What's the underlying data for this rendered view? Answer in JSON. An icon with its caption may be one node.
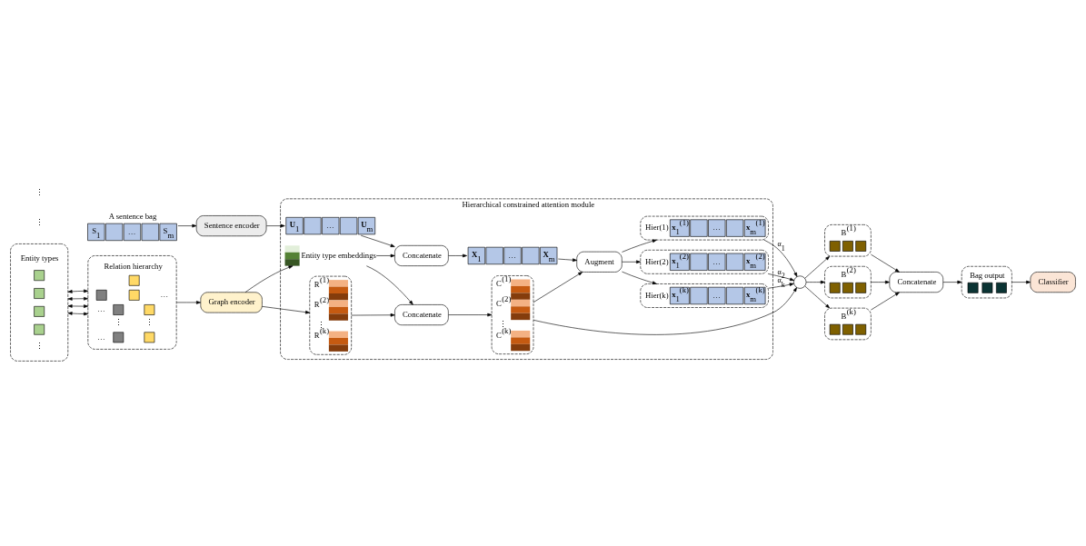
{
  "diagram": {
    "nodes": [
      {
        "text": [
          "A sentence bag",
          "S$_{1}$",
          "…",
          "S$_{m}$"
        ]
      },
      {
        "text": [
          "Sentence encoder"
        ]
      },
      {
        "text": [
          "Hierarchical constrained attention module"
        ]
      },
      {
        "text": [
          "**U**$_{1}$",
          "…",
          "**U**$_{m}$"
        ],
        "in": 2
      },
      {
        "text": [
          "Concatenate"
        ],
        "in": 2
      },
      {
        "text": [
          "**X**$_{1}$",
          "…",
          "**X**$_{m}$"
        ],
        "in": 2
      },
      {
        "text": [
          "Entity type embeddings"
        ],
        "in": 2
      },
      {
        "text": [
          "Augment"
        ],
        "in": 2
      },
      {
        "text": [
          "Hier(1)",
          "**x**$_{1}$$^{(1)}$",
          "…",
          "**x**$_{m}$$^{(1)}$"
        ],
        "in": 2
      },
      {
        "text": [
          "Hier(2)",
          "**x**$_{1}$$^{(2)}$",
          "…",
          "**x**$_{m}$$^{(2)}$"
        ],
        "in": 2
      },
      {
        "text": [
          "Hier(k)",
          "**x**$_{1}$$^{(k)}$",
          "…",
          "**x**$_{m}$$^{(k)}$"
        ],
        "in": 2
      },
      {
        "text": [
          "Concatenate"
        ],
        "in": 2
      },
      {
        "text": [
          "R$^{(1)}$",
          "R$^{(2)}$",
          "⋮",
          "R$^{(k)}$"
        ],
        "in": 2
      },
      {
        "text": [
          "C$^{(1)}$",
          "C$^{(2)}$",
          "⋮",
          "C$^{(k)}$"
        ],
        "in": 2
      },
      {
        "text": [],
        "shape": "circle"
      },
      {
        "text": [
          "B$^{(1)}$"
        ]
      },
      {
        "text": [
          "B$^{(2)}$"
        ]
      },
      {
        "text": [
          "B$^{(k)}$"
        ]
      },
      {
        "text": [
          "Concatenate"
        ]
      },
      {
        "text": [
          "Bag output"
        ]
      },
      {
        "text": [
          "Classifier"
        ]
      },
      {
        "text": [
          "Entity types",
          "⋮"
        ]
      },
      {
        "text": [
          "Relation hierarchy",
          "…",
          "…",
          "⋮",
          "⋮",
          "…"
        ]
      },
      {
        "text": [
          "Graph encoder"
        ]
      }
    ],
    "edges": [
      {
        "from": 0,
        "to": 1,
        "arrow": "to"
      },
      {
        "from": 1,
        "to": 3,
        "arrow": "to"
      },
      {
        "from": 3,
        "to": 4,
        "arrow": "to"
      },
      {
        "from": 6,
        "to": 4,
        "arrow": "to"
      },
      {
        "from": 4,
        "to": 5,
        "arrow": "to"
      },
      {
        "from": 5,
        "to": 7,
        "arrow": "to"
      },
      {
        "from": 7,
        "to": 8,
        "arrow": "to"
      },
      {
        "from": 7,
        "to": 9,
        "arrow": "to"
      },
      {
        "from": 7,
        "to": 10,
        "arrow": "to"
      },
      {
        "from": 6,
        "to": 11,
        "arrow": "to"
      },
      {
        "from": 12,
        "to": 11,
        "arrow": "to"
      },
      {
        "from": 11,
        "to": 13,
        "arrow": "to"
      },
      {
        "from": 13,
        "to": 7,
        "arrow": "to"
      },
      {
        "from": 8,
        "to": 14,
        "arrow": "to",
        "label": "α$_{1}$"
      },
      {
        "from": 9,
        "to": 14,
        "arrow": "to",
        "label": "α$_{2}$"
      },
      {
        "from": 10,
        "to": 14,
        "arrow": "to",
        "label": "α$_{k}$"
      },
      {
        "from": 13,
        "to": 14,
        "arrow": "to"
      },
      {
        "from": 14,
        "to": 15,
        "arrow": "to"
      },
      {
        "from": 14,
        "to": 16,
        "arrow": "to"
      },
      {
        "from": 14,
        "to": 17,
        "arrow": "to"
      },
      {
        "from": 15,
        "to": 18,
        "arrow": "to"
      },
      {
        "from": 16,
        "to": 18,
        "arrow": "to"
      },
      {
        "from": 17,
        "to": 18,
        "arrow": "to"
      },
      {
        "from": 18,
        "to": 19,
        "arrow": "to"
      },
      {
        "from": 19,
        "to": 20,
        "arrow": "to"
      },
      {
        "from": 21,
        "to": 22,
        "arrow": "both"
      },
      {
        "from": 21,
        "to": 22,
        "arrow": "both"
      },
      {
        "from": 21,
        "to": 22,
        "arrow": "both"
      },
      {
        "from": 21,
        "to": 22,
        "arrow": "both"
      },
      {
        "from": 22,
        "to": 23,
        "arrow": "to"
      },
      {
        "from": 23,
        "to": 6,
        "arrow": "to"
      },
      {
        "from": 23,
        "to": 12,
        "arrow": "to"
      }
    ],
    "labels": [
      "⋮",
      "⋮"
    ]
  }
}
